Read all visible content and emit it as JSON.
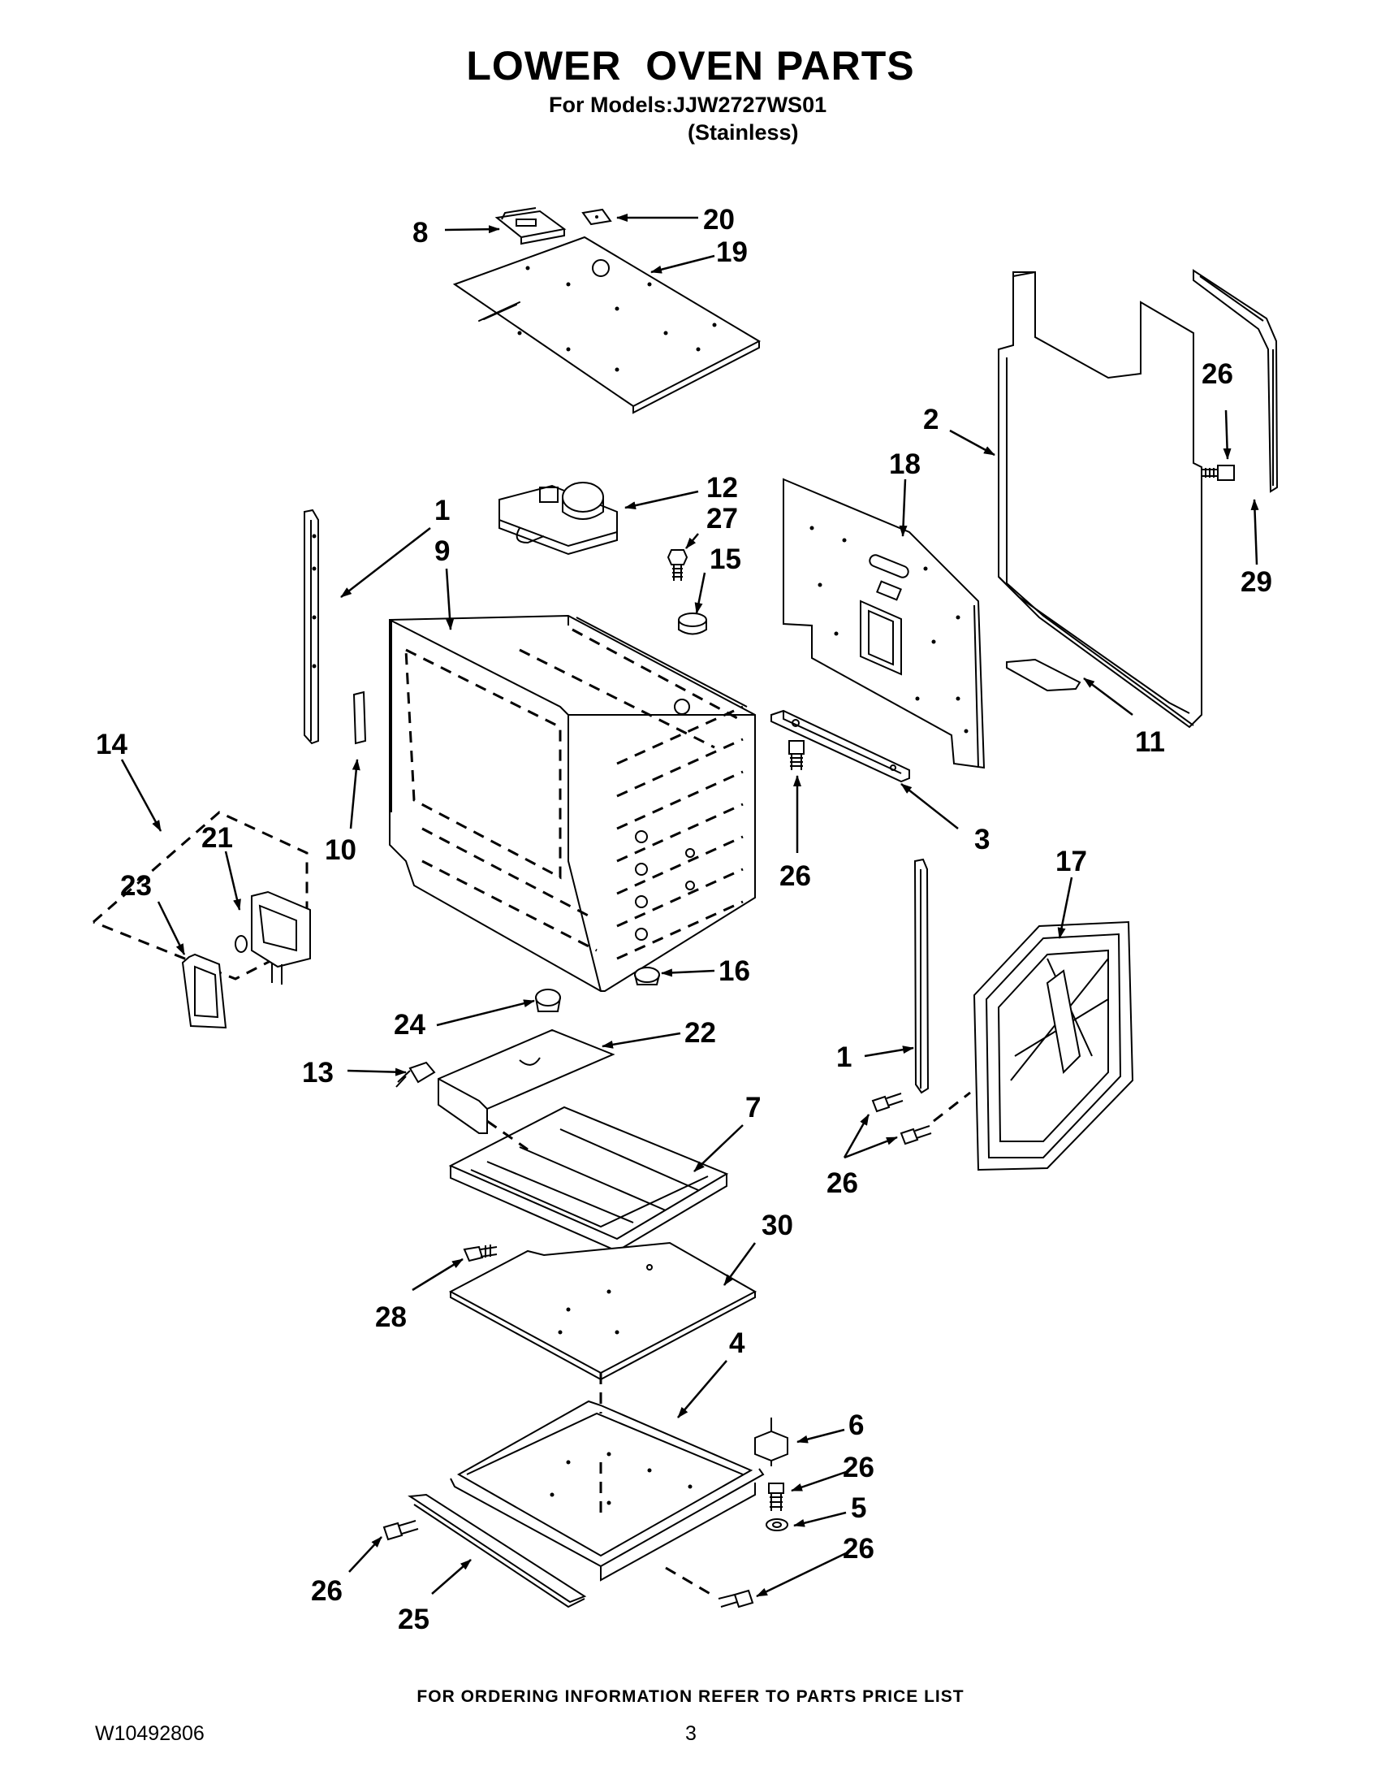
{
  "header": {
    "title": "LOWER  OVEN PARTS",
    "models_line": "For Models:JJW2727WS01",
    "finish_line": "(Stainless)"
  },
  "footer": {
    "ordering_note": "FOR ORDERING INFORMATION REFER TO PARTS PRICE LIST",
    "document_number": "W10492806",
    "page_number": "3"
  },
  "callouts": {
    "c8": "8",
    "c20": "20",
    "c19": "19",
    "c26a": "26",
    "c2": "2",
    "c18": "18",
    "c12": "12",
    "c27": "27",
    "c15": "15",
    "c1a": "1",
    "c9": "9",
    "c29": "29",
    "c11": "11",
    "c14": "14",
    "c21": "21",
    "c23": "23",
    "c10": "10",
    "c3": "3",
    "c26b": "26",
    "c17": "17",
    "c16": "16",
    "c24": "24",
    "c22": "22",
    "c13": "13",
    "c7": "7",
    "c1b": "1",
    "c26c": "26",
    "c30": "30",
    "c28": "28",
    "c4": "4",
    "c6": "6",
    "c26d": "26",
    "c5": "5",
    "c26e": "26",
    "c26f": "26",
    "c25": "25"
  }
}
